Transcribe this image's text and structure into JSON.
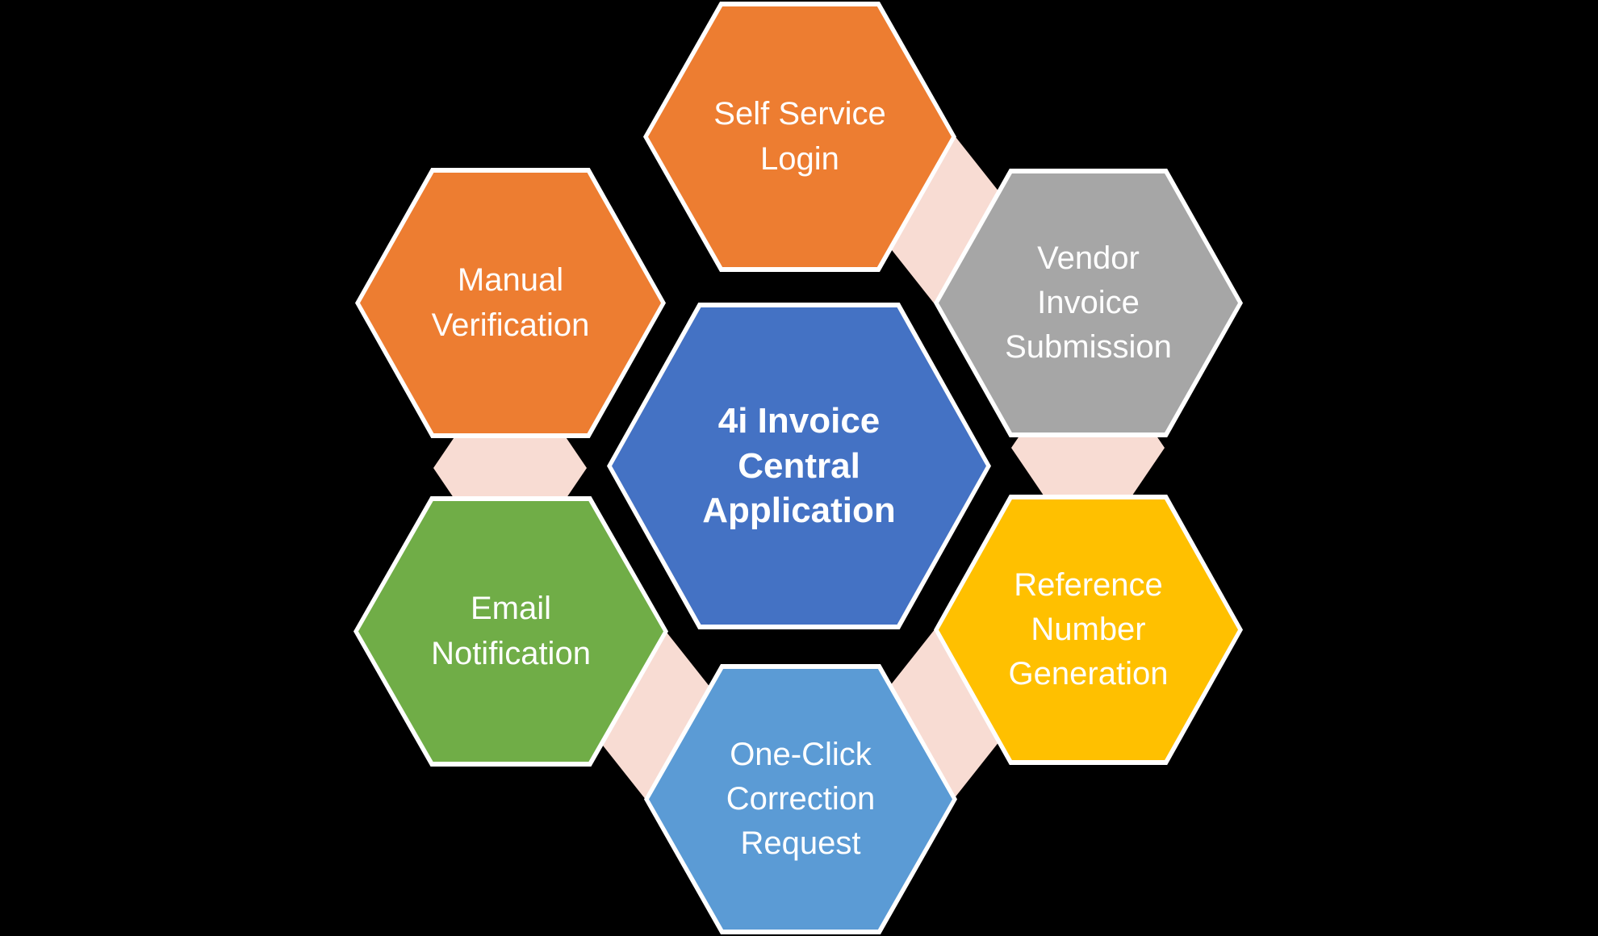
{
  "diagram": {
    "background_color": "#000000",
    "border_color": "#ffffff",
    "text_color": "#ffffff",
    "connector_color": "#F8DCD3",
    "center": {
      "id": "4i-invoice-central-application",
      "label": "4i Invoice\nCentral\nApplication",
      "color": "#4472C4"
    },
    "nodes": [
      {
        "id": "self-service-login",
        "label": "Self Service\nLogin",
        "color": "#ED7D31"
      },
      {
        "id": "vendor-invoice-submission",
        "label": "Vendor\nInvoice\nSubmission",
        "color": "#A6A6A6"
      },
      {
        "id": "reference-number-generation",
        "label": "Reference\nNumber\nGeneration",
        "color": "#FFC000"
      },
      {
        "id": "one-click-correction-request",
        "label": "One-Click\nCorrection\nRequest",
        "color": "#5B9BD5"
      },
      {
        "id": "email-notification",
        "label": "Email\nNotification",
        "color": "#70AD47"
      },
      {
        "id": "manual-verification",
        "label": "Manual\nVerification",
        "color": "#ED7D31"
      }
    ],
    "connectors": [
      {
        "from": "self-service-login",
        "to": "vendor-invoice-submission"
      },
      {
        "from": "vendor-invoice-submission",
        "to": "reference-number-generation"
      },
      {
        "from": "reference-number-generation",
        "to": "one-click-correction-request"
      },
      {
        "from": "one-click-correction-request",
        "to": "email-notification"
      },
      {
        "from": "email-notification",
        "to": "manual-verification"
      }
    ]
  }
}
